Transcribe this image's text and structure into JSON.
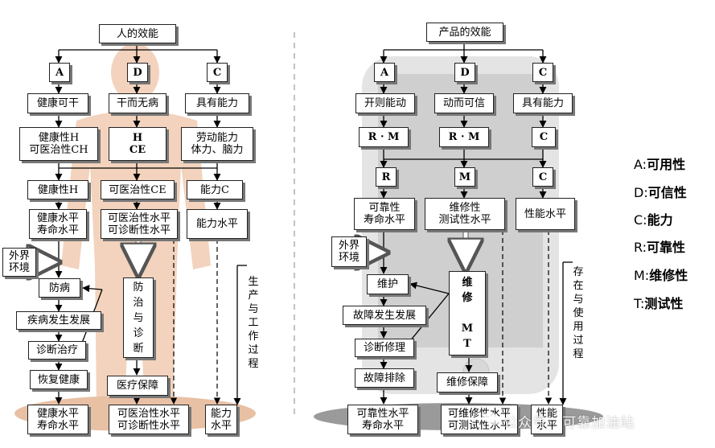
{
  "legend": [
    {
      "key": "A:",
      "value": "可用性"
    },
    {
      "key": "D:",
      "value": "可信性"
    },
    {
      "key": "C:",
      "value": "能力"
    },
    {
      "key": "R:",
      "value": "可靠性"
    },
    {
      "key": "M:",
      "value": "维修性"
    },
    {
      "key": "T:",
      "value": "测试性"
    }
  ],
  "human": {
    "title": "人的效能",
    "a": "A",
    "d": "D",
    "c": "C",
    "health": "健康可干",
    "ganer": "干而无病",
    "capable": "具有能力",
    "health_h": "健康性H\n可医治性CH",
    "hce": "H\nCE",
    "labor": "劳动能力\n体力、脑力",
    "health_h2": "健康性H",
    "treat_ce": "可医治性CE",
    "ability_c": "能力C",
    "health_level": "健康水平\n寿命水平",
    "treat_level": "可医治性水平\n可诊断性水平",
    "ability_level": "能力水平",
    "env": "外界\n环境",
    "prevent": "防病",
    "disease": "疾病发生发展",
    "diagnose": "诊断治疗",
    "recover": "恢复健康",
    "prev_diag": "防\n治\n与\n诊\n断",
    "medical": "医疗保障",
    "process": "生\n产\n与\n工\n作\n过\n程",
    "out_health": "健康水平\n寿命水平",
    "out_treat": "可医治性水平\n可诊断性水平",
    "out_ability": "能力\n水平"
  },
  "product": {
    "title": "产品的效能",
    "a": "A",
    "d": "D",
    "c": "C",
    "start": "开则能动",
    "reliable": "动而可信",
    "capable": "具有能力",
    "rm1": "R · M",
    "rm2": "R · M",
    "c1": "C",
    "r": "R",
    "m": "M",
    "c2": "C",
    "rel_level": "可靠性\n寿命水平",
    "maint_level": "维修性\n测试性水平",
    "perf_level": "性能水平",
    "env": "外界\n环境",
    "maintain": "维护",
    "fault": "故障发生发展",
    "repair": "诊断修理",
    "eliminate": "故障排除",
    "mt": "维\n修\n\nM\nT",
    "support": "维修保障",
    "process": "存\n在\n与\n使\n用\n过\n程",
    "out_rel": "可靠性水平\n寿命水平",
    "out_maint": "可维修性水平\n可测试性水平",
    "out_perf": "性能\n水平"
  },
  "watermark": "公众号 · 可靠加油站"
}
